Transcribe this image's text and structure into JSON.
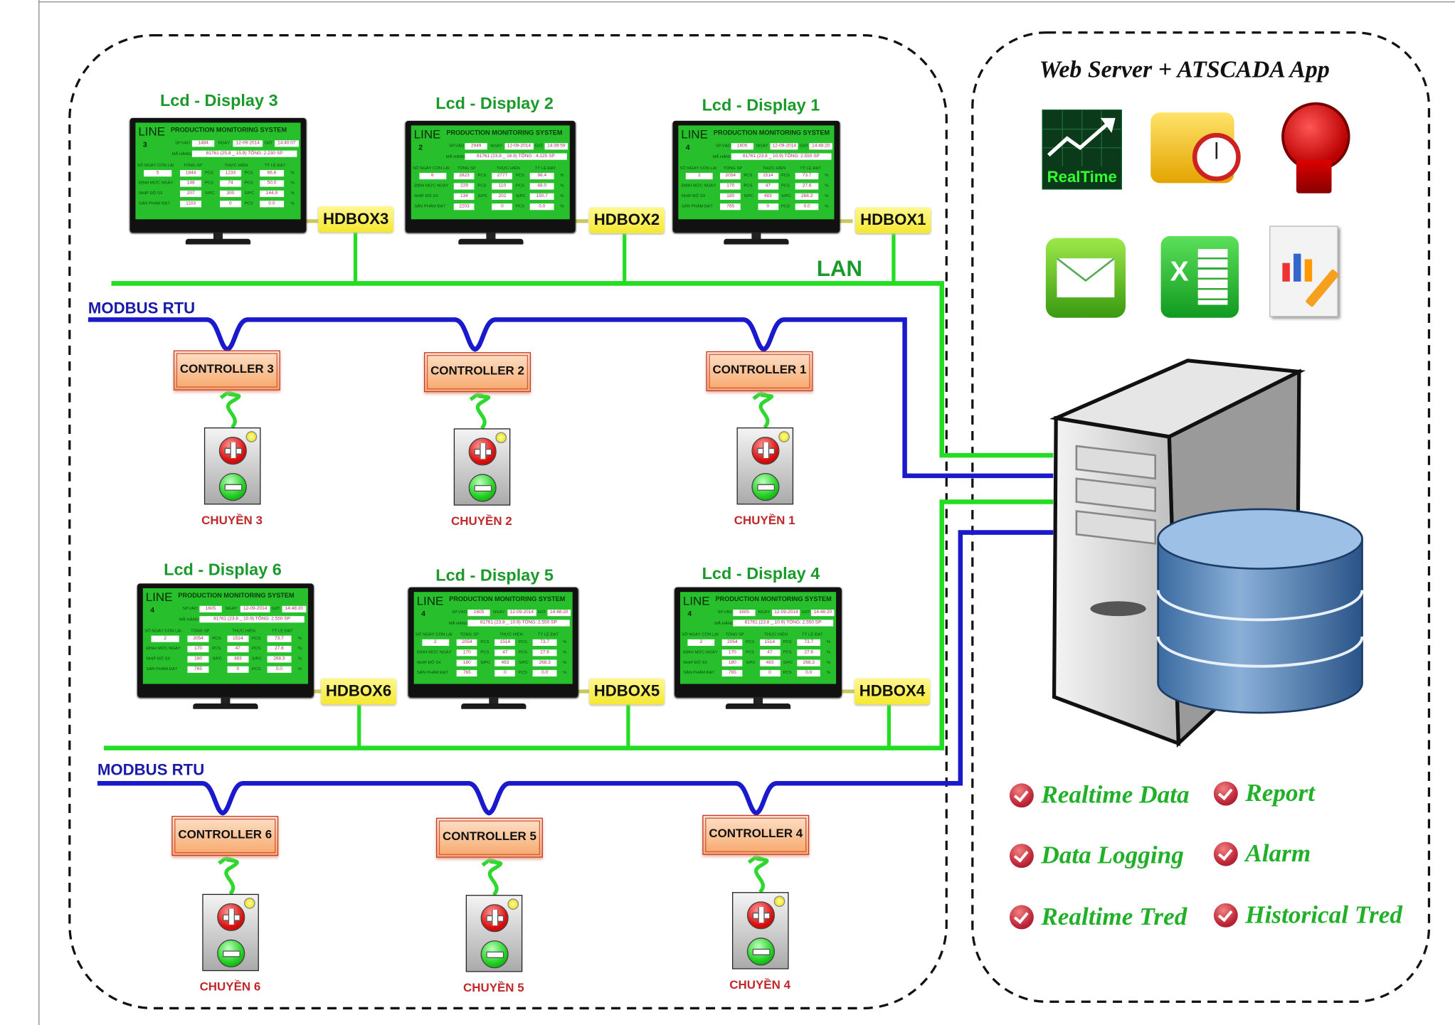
{
  "colors": {
    "lan": "#22dd22",
    "modbus": "#1a1acc",
    "title_green": "#1a9a2a",
    "feature_green": "#22b02a",
    "chuyen_red": "#c0282b",
    "hdbox_yellow": "#f5e830",
    "controller_orange": "#f7a86b",
    "lcd_green": "#27c02c"
  },
  "network": {
    "lan_label": "LAN",
    "modbus_top_label": "MODBUS RTU",
    "modbus_bottom_label": "MODBUS RTU"
  },
  "lcd_labels": {
    "line": "LINE",
    "system": "PRODUCTION MONITORING SYSTEM",
    "sp_vao": "SP.VÀO",
    "ngay": "NGÀY",
    "gio": "GIỜ",
    "ma_hang": "MÃ HÀNG",
    "so_ngay": "SỐ NGÀY CÒN LẠI",
    "tong_sp": "TỔNG SP",
    "thuc_hien": "THỰC HIỆN",
    "ty_le": "TỶ LỆ ĐẠT",
    "dinh_muc": "ĐỊNH MỨC NGÀY",
    "nhip_do": "NHỊP ĐỘ SX",
    "san_pham": "SẢN PHẨM ĐẠT",
    "pcs": "PCS",
    "spc": "S/PC",
    "pct": "%"
  },
  "displays": [
    {
      "title": "Lcd - Display 3",
      "hdbox": "HDBOX3",
      "line": "3",
      "sp_vao": "1484",
      "ngay": "12-09-2014",
      "gio": "14:40:07",
      "ma_hang": "81761 (25.8 _ 15.9) TỔNG: 2.230 SP",
      "so_ngay": "5",
      "tong": [
        "1844",
        "148",
        "207",
        "1103"
      ],
      "thuc": [
        "1233",
        "74",
        "300",
        "0"
      ],
      "tyle": [
        "66.8",
        "50.0",
        "144.9",
        "0.0"
      ]
    },
    {
      "title": "Lcd - Display 2",
      "hdbox": "HDBOX2",
      "line": "2",
      "sp_vao": "2949",
      "ngay": "12-09-2014",
      "gio": "14:39:59",
      "ma_hang": "81761 (23.8 _ 16.9) TỔNG : 4.125 SP",
      "so_ngay": "6",
      "tong": [
        "2823",
        "229",
        "134",
        "2203"
      ],
      "thuc": [
        "2777",
        "110",
        "202",
        "0"
      ],
      "tyle": [
        "98.4",
        "48.0",
        "150.7",
        "0.0"
      ]
    },
    {
      "title": "Lcd - Display 1",
      "hdbox": "HDBOX1",
      "line": "4",
      "sp_vao": "1605",
      "ngay": "12-09-2014",
      "gio": "14:48:20",
      "ma_hang": "81761 (23.8 _ 10.9) TỔNG: 2.550 SP",
      "so_ngay": "2",
      "tong": [
        "2054",
        "170",
        "180",
        "765"
      ],
      "thuc": [
        "1514",
        "47",
        "483",
        "0"
      ],
      "tyle": [
        "73.7",
        "27.6",
        "268.3",
        "0.0"
      ]
    },
    {
      "title": "Lcd - Display 6",
      "hdbox": "HDBOX6",
      "line": "4",
      "sp_vao": "1605",
      "ngay": "12-09-2014",
      "gio": "14:48:20",
      "ma_hang": "81761 (23.8 _ 10.9) TỔNG: 2.550 SP",
      "so_ngay": "2",
      "tong": [
        "2054",
        "170",
        "180",
        "765"
      ],
      "thuc": [
        "1514",
        "47",
        "483",
        "0"
      ],
      "tyle": [
        "73.7",
        "27.6",
        "268.3",
        "0.0"
      ]
    },
    {
      "title": "Lcd - Display 5",
      "hdbox": "HDBOX5",
      "line": "4",
      "sp_vao": "1605",
      "ngay": "12-09-2014",
      "gio": "14:48:20",
      "ma_hang": "81761 (23.8 _ 10.9) TỔNG: 2.550 SP",
      "so_ngay": "2",
      "tong": [
        "2054",
        "170",
        "180",
        "765"
      ],
      "thuc": [
        "1514",
        "47",
        "483",
        "0"
      ],
      "tyle": [
        "73.7",
        "27.6",
        "268.3",
        "0.0"
      ]
    },
    {
      "title": "Lcd - Display 4",
      "hdbox": "HDBOX4",
      "line": "4",
      "sp_vao": "1605",
      "ngay": "12-09-2014",
      "gio": "14:48:20",
      "ma_hang": "81761 (23.8 _ 10.9) TỔNG: 2.550 SP",
      "so_ngay": "2",
      "tong": [
        "2054",
        "170",
        "180",
        "765"
      ],
      "thuc": [
        "1514",
        "47",
        "483",
        "0"
      ],
      "tyle": [
        "73.7",
        "27.6",
        "268.3",
        "0.0"
      ]
    }
  ],
  "controllers": [
    {
      "label": "CONTROLLER 3",
      "line": "CHUYỀN 3"
    },
    {
      "label": "CONTROLLER 2",
      "line": "CHUYỀN 2"
    },
    {
      "label": "CONTROLLER 1",
      "line": "CHUYỀN 1"
    },
    {
      "label": "CONTROLLER 6",
      "line": "CHUYỀN 6"
    },
    {
      "label": "CONTROLLER 5",
      "line": "CHUYỀN 5"
    },
    {
      "label": "CONTROLLER 4",
      "line": "CHUYỀN 4"
    }
  ],
  "server": {
    "title": "Web Server + ATSCADA App",
    "realtime_icon_text": "RealTime",
    "icons": [
      "realtime-chart-icon",
      "folder-clock-icon",
      "alarm-bell-icon",
      "email-icon",
      "excel-icon",
      "report-icon"
    ],
    "features": [
      "Realtime Data",
      "Report",
      "Data Logging",
      "Alarm",
      "Realtime Tred",
      "Historical Tred"
    ]
  }
}
